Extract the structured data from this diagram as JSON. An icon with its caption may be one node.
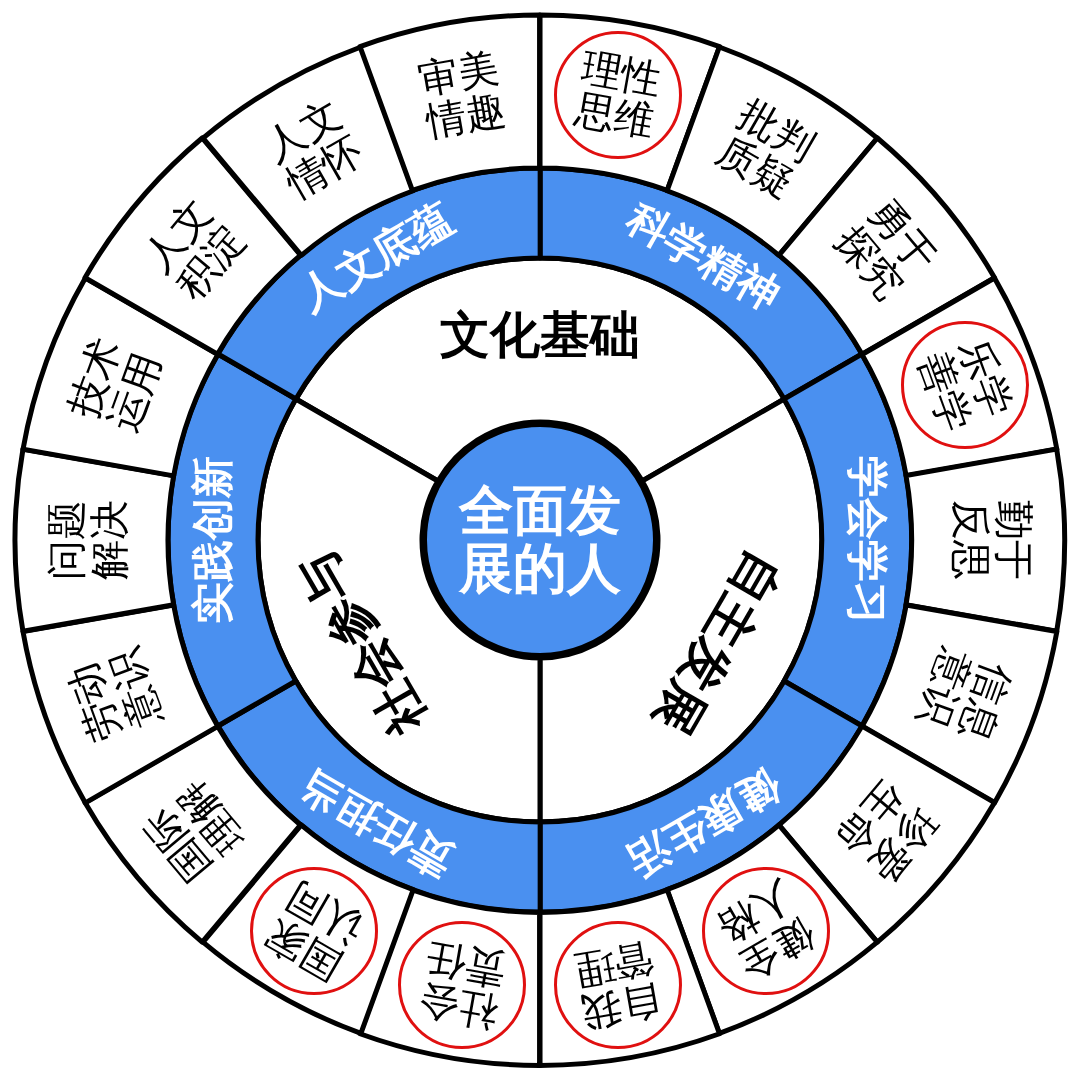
{
  "diagram": {
    "nodes": [
      {
        "text": [
          "全面发展的人"
        ]
      },
      {
        "text": [
          "文化基础"
        ]
      },
      {
        "text": [
          "自主发展"
        ]
      },
      {
        "text": [
          "社会参与"
        ]
      },
      {
        "text": [
          "科学精神"
        ]
      },
      {
        "text": [
          "学会学习"
        ]
      },
      {
        "text": [
          "健康生活"
        ]
      },
      {
        "text": [
          "责任担当"
        ]
      },
      {
        "text": [
          "实践创新"
        ]
      },
      {
        "text": [
          "人文底蕴"
        ]
      },
      {
        "text": [],
        "shape": "box"
      },
      {
        "text": [
          "理性思维"
        ],
        "in": 10
      },
      {
        "text": [
          "批判质疑"
        ]
      },
      {
        "text": [
          "勇于探究"
        ]
      },
      {
        "text": [],
        "shape": "box"
      },
      {
        "text": [
          "乐学善学"
        ],
        "in": 14
      },
      {
        "text": [
          "勤于反思"
        ]
      },
      {
        "text": [
          "信息意识"
        ]
      },
      {
        "text": [
          "珍爱生命"
        ]
      },
      {
        "text": [],
        "shape": "box"
      },
      {
        "text": [
          "健全人格"
        ],
        "in": 19
      },
      {
        "text": [],
        "shape": "box"
      },
      {
        "text": [
          "自我管理"
        ],
        "in": 21
      },
      {
        "text": [],
        "shape": "box"
      },
      {
        "text": [
          "社会责任"
        ],
        "in": 23
      },
      {
        "text": [],
        "shape": "box"
      },
      {
        "text": [
          "国家认同"
        ],
        "in": 25
      },
      {
        "text": [
          "国际理解"
        ]
      },
      {
        "text": [
          "劳动意识"
        ]
      },
      {
        "text": [
          "问题解决"
        ]
      },
      {
        "text": [
          "技术运用"
        ]
      },
      {
        "text": [
          "人文积淀"
        ]
      },
      {
        "text": [
          "人文情怀"
        ]
      },
      {
        "text": [
          "审美情趣"
        ]
      }
    ]
  }
}
